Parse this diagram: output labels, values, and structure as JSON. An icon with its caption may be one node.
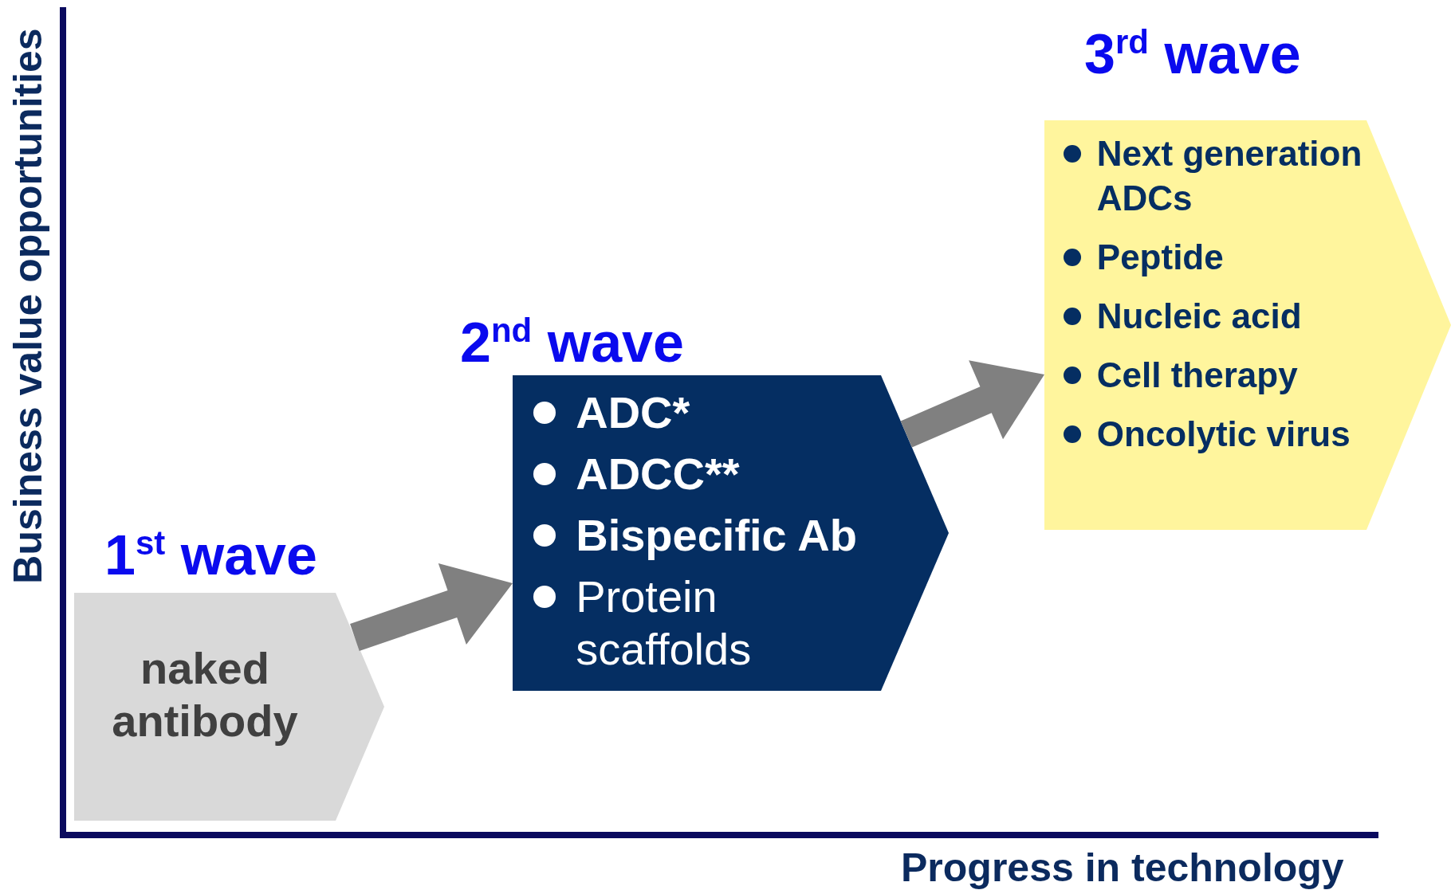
{
  "diagram": {
    "nodes": [
      {
        "text": [
          "1$^{st}$ wave",
          "naked antibody"
        ]
      },
      {
        "text": [
          "2$^{nd}$ wave",
          "ADC*",
          "ADCC**",
          "Bispecific Ab",
          "Protein scaffolds"
        ]
      },
      {
        "text": [
          "3$^{rd}$ wave",
          "Next generation ADCs",
          "Peptide",
          "Nucleic acid",
          "Cell therapy",
          "Oncolytic virus"
        ]
      }
    ],
    "edges": [
      {
        "from": 0,
        "to": 1,
        "arrow": "to",
        "style": "thick"
      },
      {
        "from": 1,
        "to": 2,
        "arrow": "to",
        "style": "thick"
      }
    ],
    "labels": [
      "Business value opportunities",
      "Progress in technology"
    ]
  }
}
